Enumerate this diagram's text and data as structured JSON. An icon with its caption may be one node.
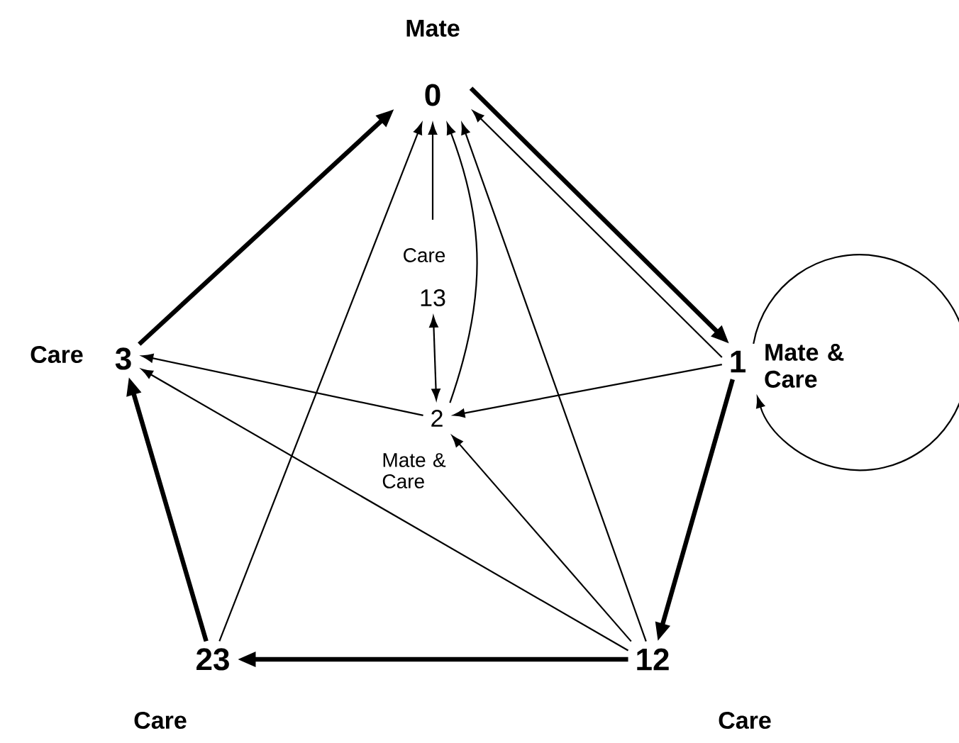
{
  "diagram": {
    "nodes": [
      {
        "text": [
          "0"
        ],
        "beside": [
          "Mate"
        ]
      },
      {
        "text": [
          "13"
        ],
        "beside": [
          "Care"
        ]
      },
      {
        "text": [
          "3"
        ],
        "beside": [
          "Care"
        ]
      },
      {
        "text": [
          "1"
        ],
        "beside": [
          "Mate & Care"
        ]
      },
      {
        "text": [
          "2"
        ],
        "beside": [
          "Mate & Care"
        ]
      },
      {
        "text": [
          "23"
        ],
        "beside": [
          "Care"
        ]
      },
      {
        "text": [
          "12"
        ],
        "beside": [
          "Care"
        ]
      }
    ],
    "edges": [
      {
        "from": 2,
        "to": 0,
        "arrow": "to",
        "style": "thick"
      },
      {
        "from": 0,
        "to": 3,
        "arrow": "to",
        "style": "thick"
      },
      {
        "from": 3,
        "to": 0,
        "arrow": "to"
      },
      {
        "from": 3,
        "to": 3,
        "arrow": "to"
      },
      {
        "from": 3,
        "to": 6,
        "arrow": "to",
        "style": "thick"
      },
      {
        "from": 6,
        "to": 5,
        "arrow": "to",
        "style": "thick"
      },
      {
        "from": 5,
        "to": 2,
        "arrow": "to",
        "style": "thick"
      },
      {
        "from": 5,
        "to": 0,
        "arrow": "to"
      },
      {
        "from": 1,
        "to": 0,
        "arrow": "to"
      },
      {
        "from": 4,
        "to": 0,
        "arrow": "to"
      },
      {
        "from": 6,
        "to": 0,
        "arrow": "to"
      },
      {
        "from": 1,
        "to": 4,
        "arrow": "both"
      },
      {
        "from": 3,
        "to": 4,
        "arrow": "to"
      },
      {
        "from": 4,
        "to": 2,
        "arrow": "to"
      },
      {
        "from": 6,
        "to": 4,
        "arrow": "to"
      },
      {
        "from": 6,
        "to": 2,
        "arrow": "to"
      }
    ]
  }
}
